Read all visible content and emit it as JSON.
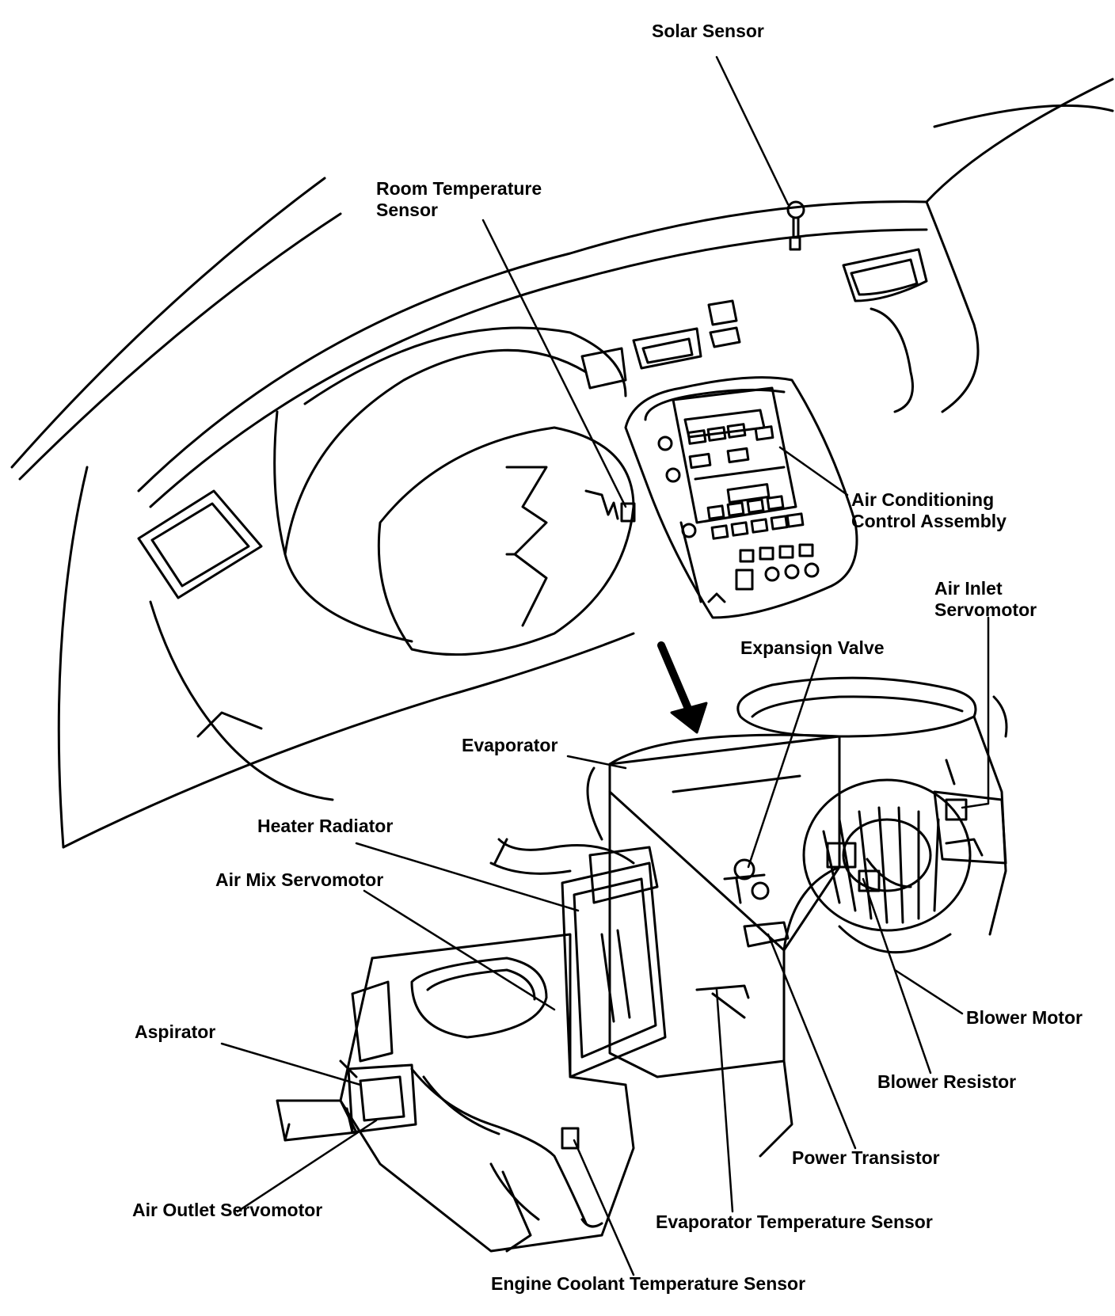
{
  "colors": {
    "ink": "#000000",
    "paper": "#ffffff"
  },
  "labels": {
    "solar_sensor": "Solar Sensor",
    "room_temp_sensor_line1": "Room Temperature",
    "room_temp_sensor_line2": "Sensor",
    "ac_control_line1": "Air Conditioning",
    "ac_control_line2": "Control Assembly",
    "air_inlet_line1": "Air Inlet",
    "air_inlet_line2": "Servomotor",
    "expansion_valve": "Expansion Valve",
    "evaporator": "Evaporator",
    "heater_radiator": "Heater Radiator",
    "air_mix_servomotor": "Air Mix Servomotor",
    "aspirator": "Aspirator",
    "blower_motor": "Blower Motor",
    "blower_resistor": "Blower Resistor",
    "power_transistor": "Power Transistor",
    "air_outlet_servomotor": "Air Outlet Servomotor",
    "evaporator_temp_sensor": "Evaporator Temperature Sensor",
    "engine_coolant_temp_sensor": "Engine Coolant Temperature Sensor"
  }
}
